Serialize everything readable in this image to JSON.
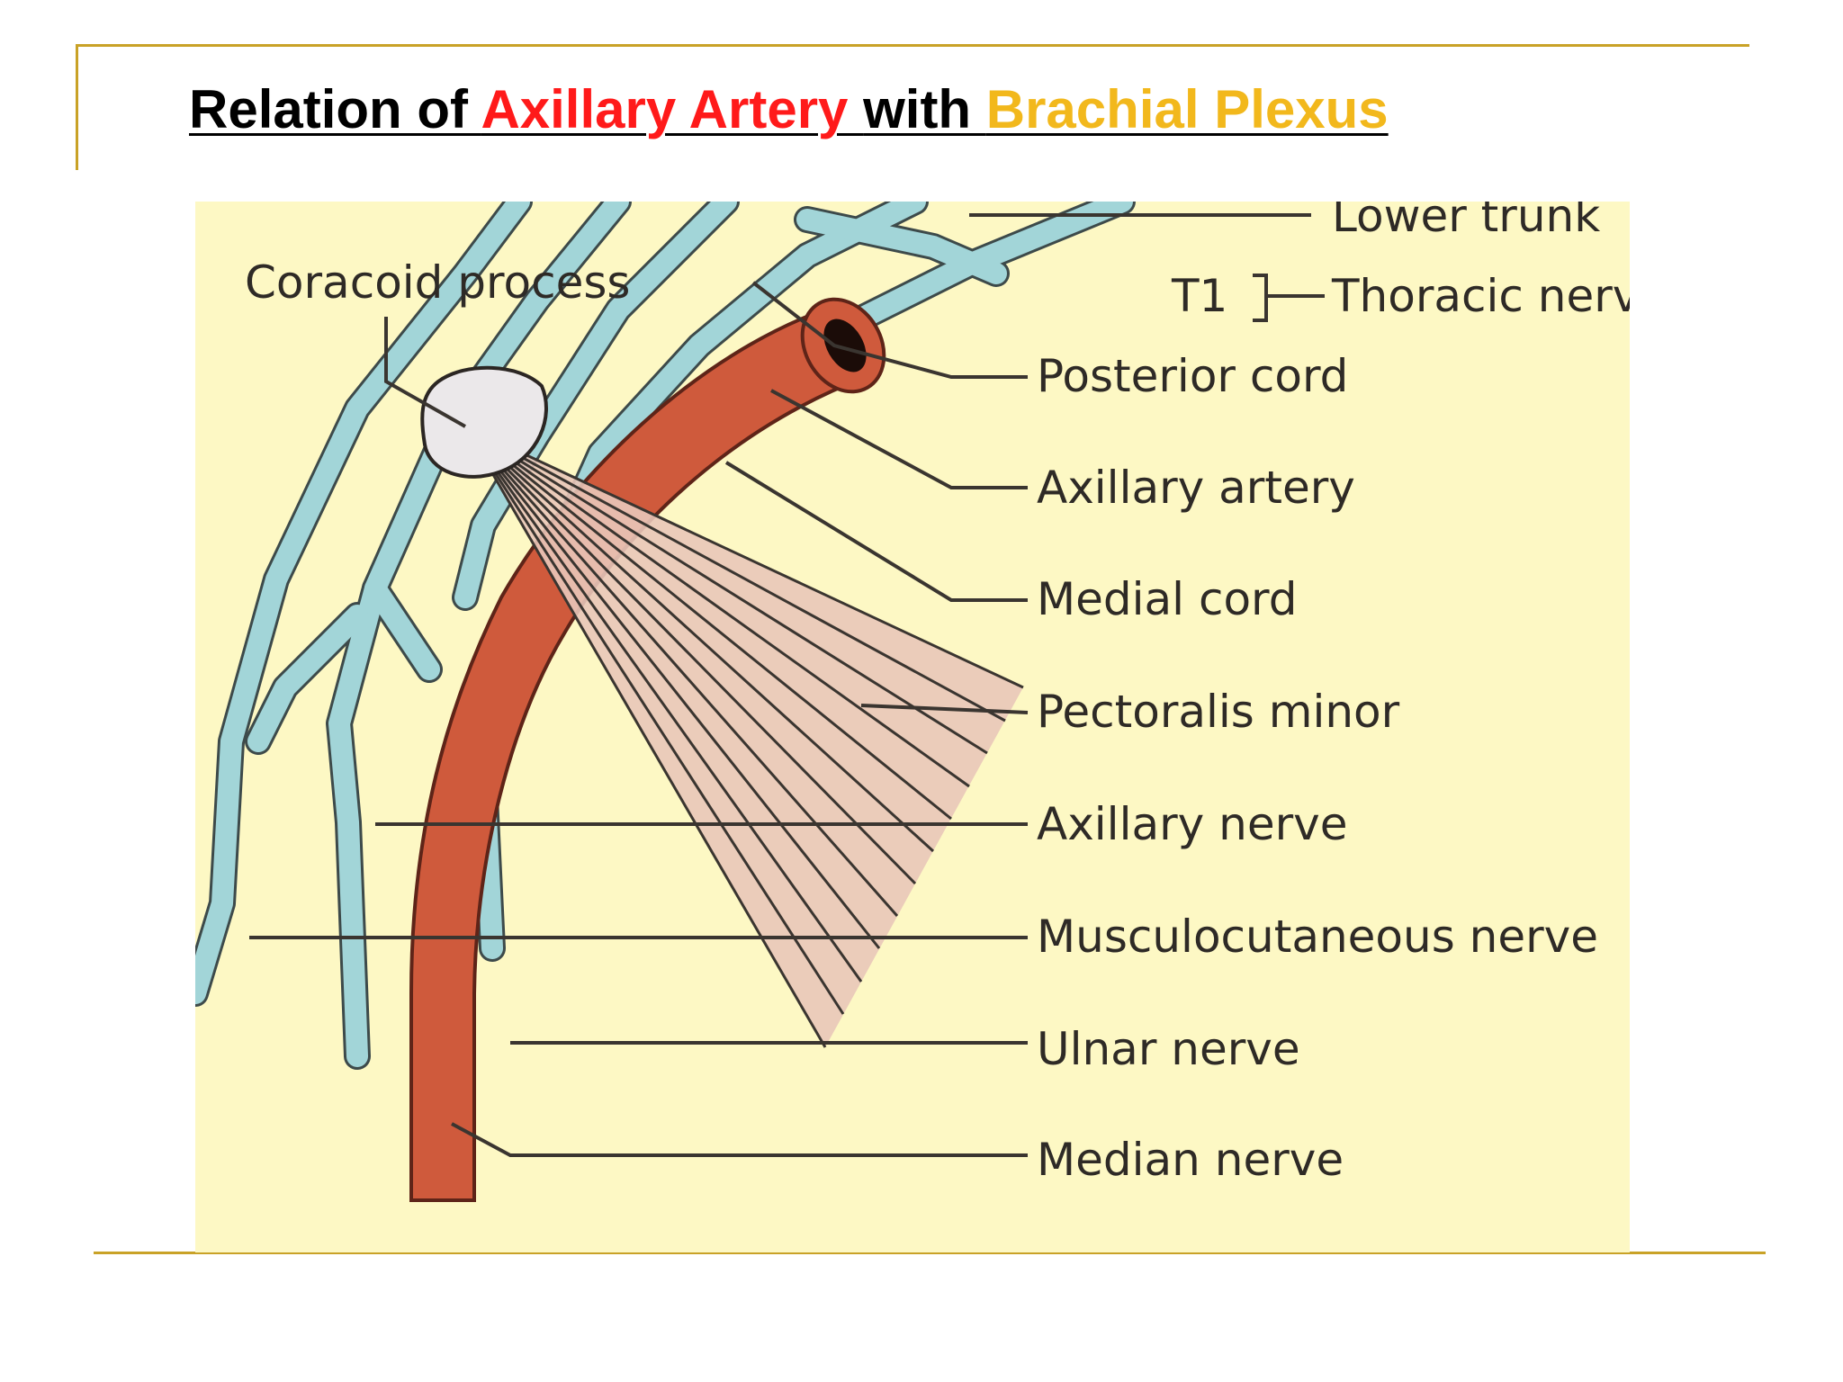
{
  "slide": {
    "title_part1": "Relation of ",
    "title_part2": "Axillary Artery ",
    "title_part3": "with ",
    "title_part4": "Brachial Plexus"
  },
  "colors": {
    "rule": "#c9a227",
    "title_red": "#ff1a1a",
    "title_yellow": "#f2b81c",
    "background": "#fdf8c4",
    "artery": "#cf5a3c",
    "nerve": "#9fd3d6",
    "coracoid": "#ebe8ea",
    "muscle": "#e9c6b9"
  },
  "diagram": {
    "labels": {
      "lower_trunk": "Lower trunk",
      "t1": "T1",
      "thoracic_nerve": "Thoracic nerv",
      "coracoid_process": "Coracoid process",
      "posterior_cord": "Posterior cord",
      "axillary_artery": "Axillary artery",
      "medial_cord": "Medial cord",
      "pectoralis_minor": "Pectoralis minor",
      "axillary_nerve": "Axillary nerve",
      "musculocutaneous_nerve": "Musculocutaneous nerve",
      "ulnar_nerve": "Ulnar nerve",
      "median_nerve": "Median nerve"
    }
  }
}
